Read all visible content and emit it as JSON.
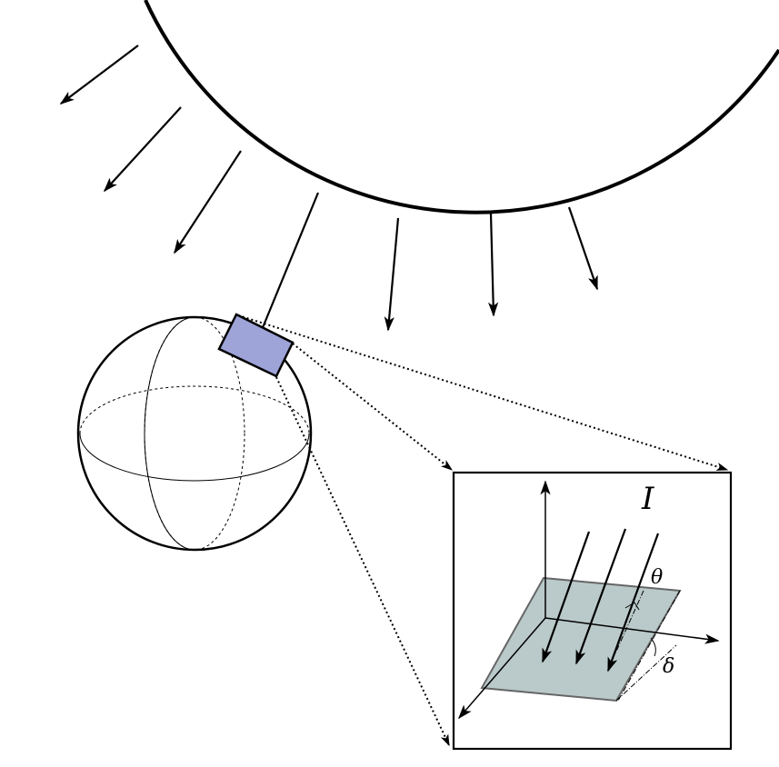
{
  "labels": {
    "intensity": "I",
    "theta": "θ",
    "delta": "δ"
  },
  "colors": {
    "sun_stroke": "#000000",
    "patch_fill": "#9ea3d8",
    "plane_fill": "#a9bcbc",
    "plane_stroke": "#666666"
  }
}
